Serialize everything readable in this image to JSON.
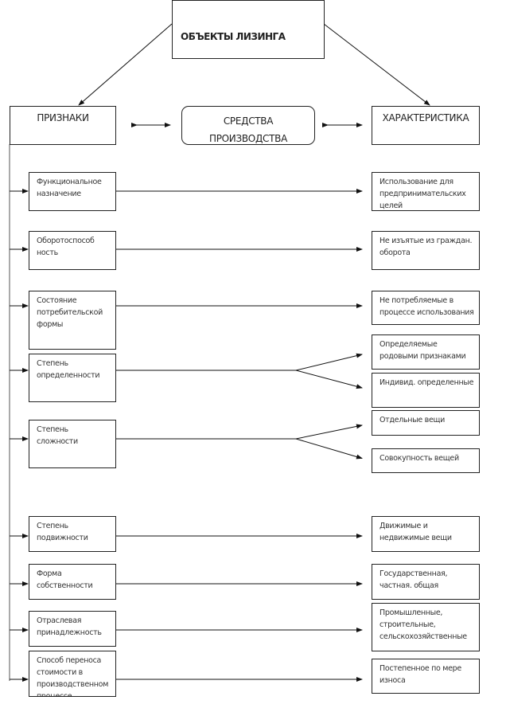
{
  "title": "ОБЪЕКТЫ ЛИЗИНГА",
  "headers": {
    "left": "ПРИЗНАКИ",
    "center": "СРЕДСТВА ПРОИЗВОДСТВА",
    "right": "ХАРАКТЕРИСТИКА"
  },
  "rows": [
    {
      "sign": "Функциональное назначение",
      "chars": [
        "Использование для предпринимательских целей"
      ]
    },
    {
      "sign": "Оборотоспособ ность",
      "chars": [
        "Не изъятые из граждан. оборота"
      ]
    },
    {
      "sign": "Состояние потребительской формы",
      "chars": [
        "Не потребляемые в процессе использования"
      ]
    },
    {
      "sign": "Степень определенности",
      "chars": [
        "Определяемые родовыми признаками",
        "Индивид. определенные"
      ]
    },
    {
      "sign": "Степень сложности",
      "chars": [
        "Отдельные вещи",
        "Совокупность вещей"
      ]
    },
    {
      "sign": "Степень подвижности",
      "chars": [
        "Движимые и недвижимые вещи"
      ]
    },
    {
      "sign": "Форма собственности",
      "chars": [
        "Государственная, частная. общая"
      ]
    },
    {
      "sign": "Отраслевая принадлежность",
      "chars": [
        "Промышленные, строительные, сельскохозяйственные"
      ]
    },
    {
      "sign": "Способ переноса стоимости в производственном процессе",
      "chars": [
        "Постепенное по мере износа"
      ]
    }
  ]
}
